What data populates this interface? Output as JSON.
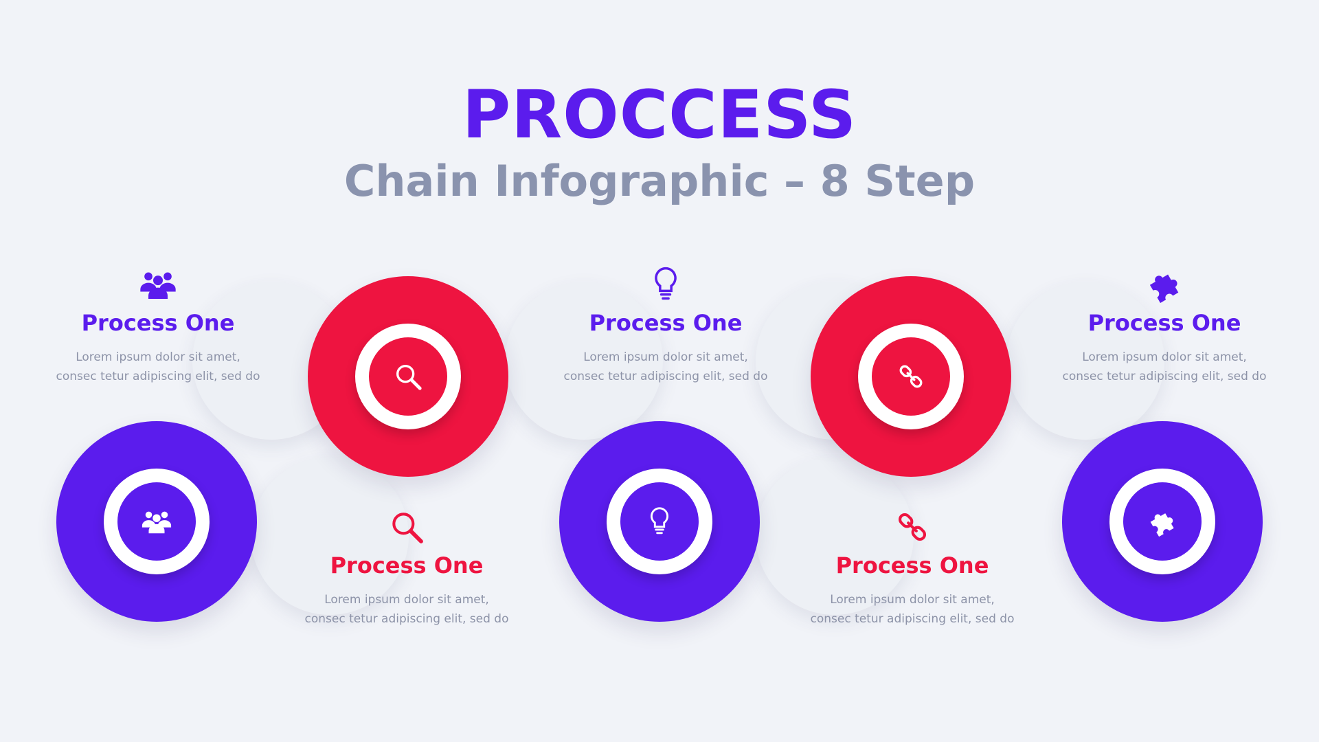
{
  "header": {
    "title": "PROCCESS",
    "subtitle": "Chain Infographic – 8 Step"
  },
  "colors": {
    "purple": "#5b1ced",
    "red": "#ee1440",
    "subtitle_gray": "#8a93ae",
    "text_gray": "#8d93a8",
    "background": "#f1f3f8"
  },
  "steps": [
    {
      "title": "Process One",
      "text": "Lorem ipsum dolor sit amet, consec tetur adipiscing elit, sed do",
      "icon": "people-icon",
      "color": "purple"
    },
    {
      "title": "Process One",
      "text": "Lorem ipsum dolor sit amet, consec tetur adipiscing elit, sed do",
      "icon": "search-icon",
      "color": "red"
    },
    {
      "title": "Process One",
      "text": "Lorem ipsum dolor sit amet, consec tetur adipiscing elit, sed do",
      "icon": "lightbulb-icon",
      "color": "purple"
    },
    {
      "title": "Process One",
      "text": "Lorem ipsum dolor sit amet, consec tetur adipiscing elit, sed do",
      "icon": "link-icon",
      "color": "red"
    },
    {
      "title": "Process One",
      "text": "Lorem ipsum dolor sit amet, consec tetur adipiscing elit, sed do",
      "icon": "puzzle-icon",
      "color": "purple"
    }
  ]
}
